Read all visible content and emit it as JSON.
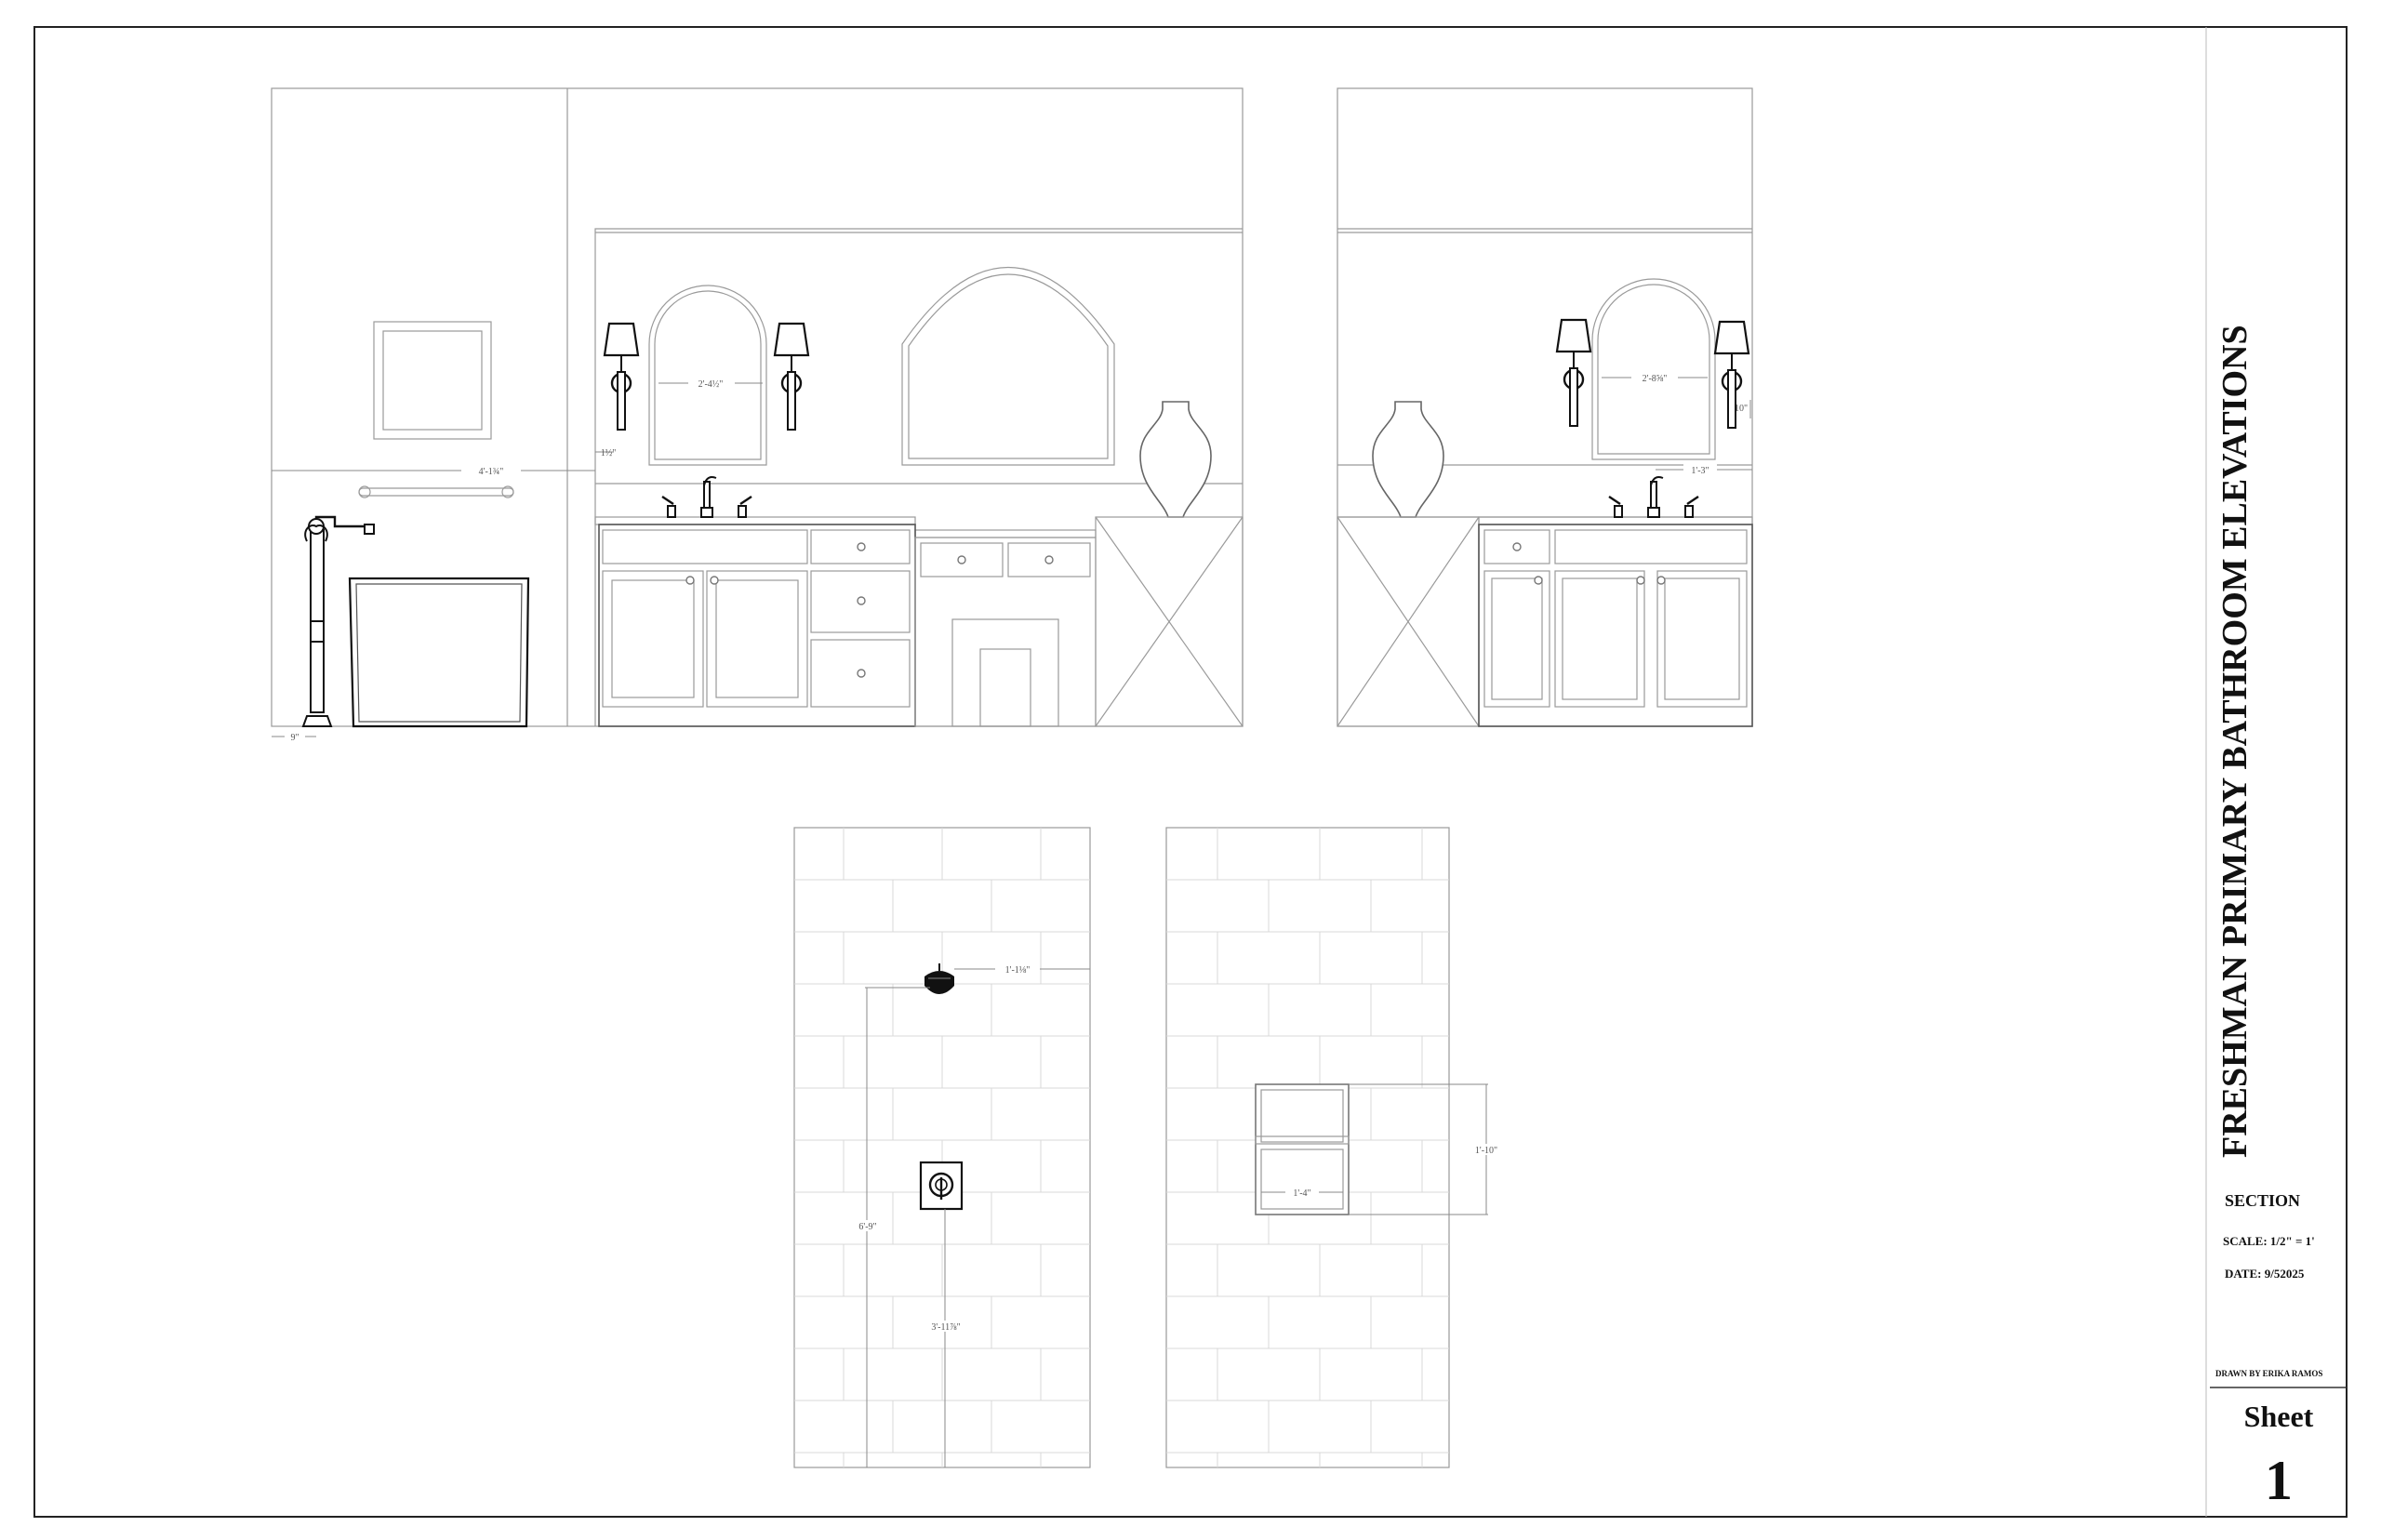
{
  "title_block": {
    "project_title": "FRESHMAN PRIMARY BATHROOM ELEVATIONS",
    "section_label": "SECTION",
    "scale": "SCALE:  1/2\" = 1'",
    "date": "DATE:  9/52025",
    "drawn_by": "DRAWN BY ERIKA RAMOS",
    "sheet_label": "Sheet",
    "sheet_number": "1"
  },
  "dimensions": {
    "mirror_left_width": "2'-4½\"",
    "sconce_offset": "1½\"",
    "grab_bar_height": "4'-1¾\"",
    "faucet_offset": "9\"",
    "mirror_right_width": "2'-8⅝\"",
    "sconce_right_height": "10\"",
    "vanity_right_height": "1'-3\"",
    "shower_head_offset": "1'-1⅛\"",
    "shower_head_height": "6'-9\"",
    "valve_height": "3'-11⅞\"",
    "niche_height": "1'-10\"",
    "niche_width": "1'-4\""
  }
}
